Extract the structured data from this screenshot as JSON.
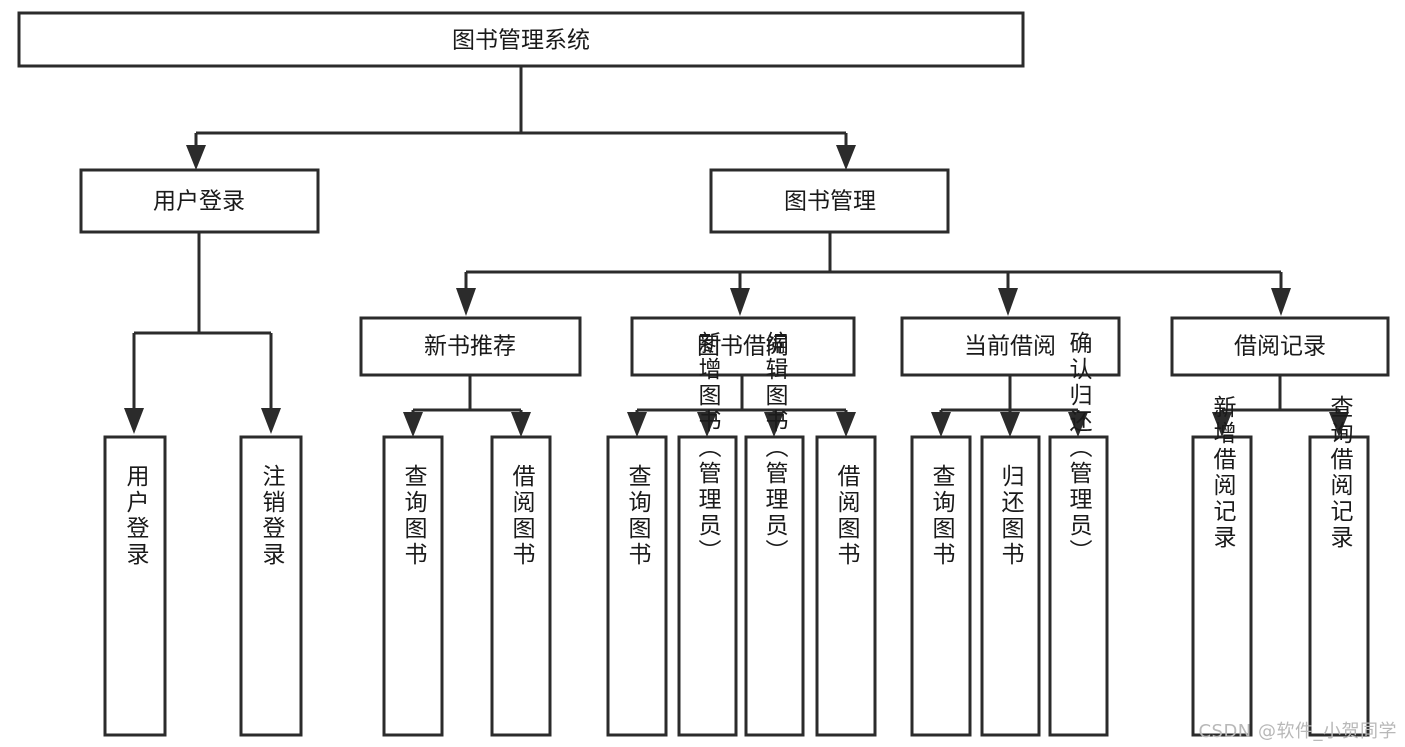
{
  "diagram": {
    "type": "tree-hierarchy",
    "title": "图书管理系统",
    "orientation": "top-down",
    "colors": {
      "box_stroke": "#2b2b2b",
      "box_fill": "#ffffff",
      "connector": "#2b2b2b",
      "text": "#1a1a1a",
      "watermark": "#b8b8b8",
      "background": "#ffffff"
    },
    "levels": {
      "root": {
        "label": "图书管理系统"
      },
      "level2": [
        {
          "id": "user-login",
          "label": "用户登录"
        },
        {
          "id": "book-management",
          "label": "图书管理"
        }
      ],
      "level3": [
        {
          "id": "new-book-recommend",
          "label": "新书推荐",
          "parent": "book-management"
        },
        {
          "id": "book-borrow",
          "label": "图书借阅",
          "parent": "book-management"
        },
        {
          "id": "current-borrow",
          "label": "当前借阅",
          "parent": "book-management"
        },
        {
          "id": "borrow-record",
          "label": "借阅记录",
          "parent": "book-management"
        }
      ],
      "leaves": [
        {
          "id": "leaf-user-login",
          "label": "用户登录",
          "parent": "user-login"
        },
        {
          "id": "leaf-logout-login",
          "label": "注销登录",
          "parent": "user-login"
        },
        {
          "id": "leaf-query-book-1",
          "label": "查询图书",
          "parent": "new-book-recommend"
        },
        {
          "id": "leaf-borrow-book-1",
          "label": "借阅图书",
          "parent": "new-book-recommend"
        },
        {
          "id": "leaf-query-book-2",
          "label": "查询图书",
          "parent": "book-borrow"
        },
        {
          "id": "leaf-add-book",
          "label": "新增图书（管理员）",
          "parent": "book-borrow"
        },
        {
          "id": "leaf-edit-book",
          "label": "编辑图书（管理员）",
          "parent": "book-borrow"
        },
        {
          "id": "leaf-borrow-book-2",
          "label": "借阅图书",
          "parent": "book-borrow"
        },
        {
          "id": "leaf-query-book-3",
          "label": "查询图书",
          "parent": "current-borrow"
        },
        {
          "id": "leaf-return-book",
          "label": "归还图书",
          "parent": "current-borrow"
        },
        {
          "id": "leaf-confirm-return",
          "label": "确认归还（管理员）",
          "parent": "current-borrow"
        },
        {
          "id": "leaf-add-record",
          "label": "新增借阅记录",
          "parent": "borrow-record"
        },
        {
          "id": "leaf-query-record",
          "label": "查询借阅记录",
          "parent": "borrow-record"
        }
      ]
    }
  },
  "watermark": {
    "text": "CSDN @软件_小贺同学"
  }
}
